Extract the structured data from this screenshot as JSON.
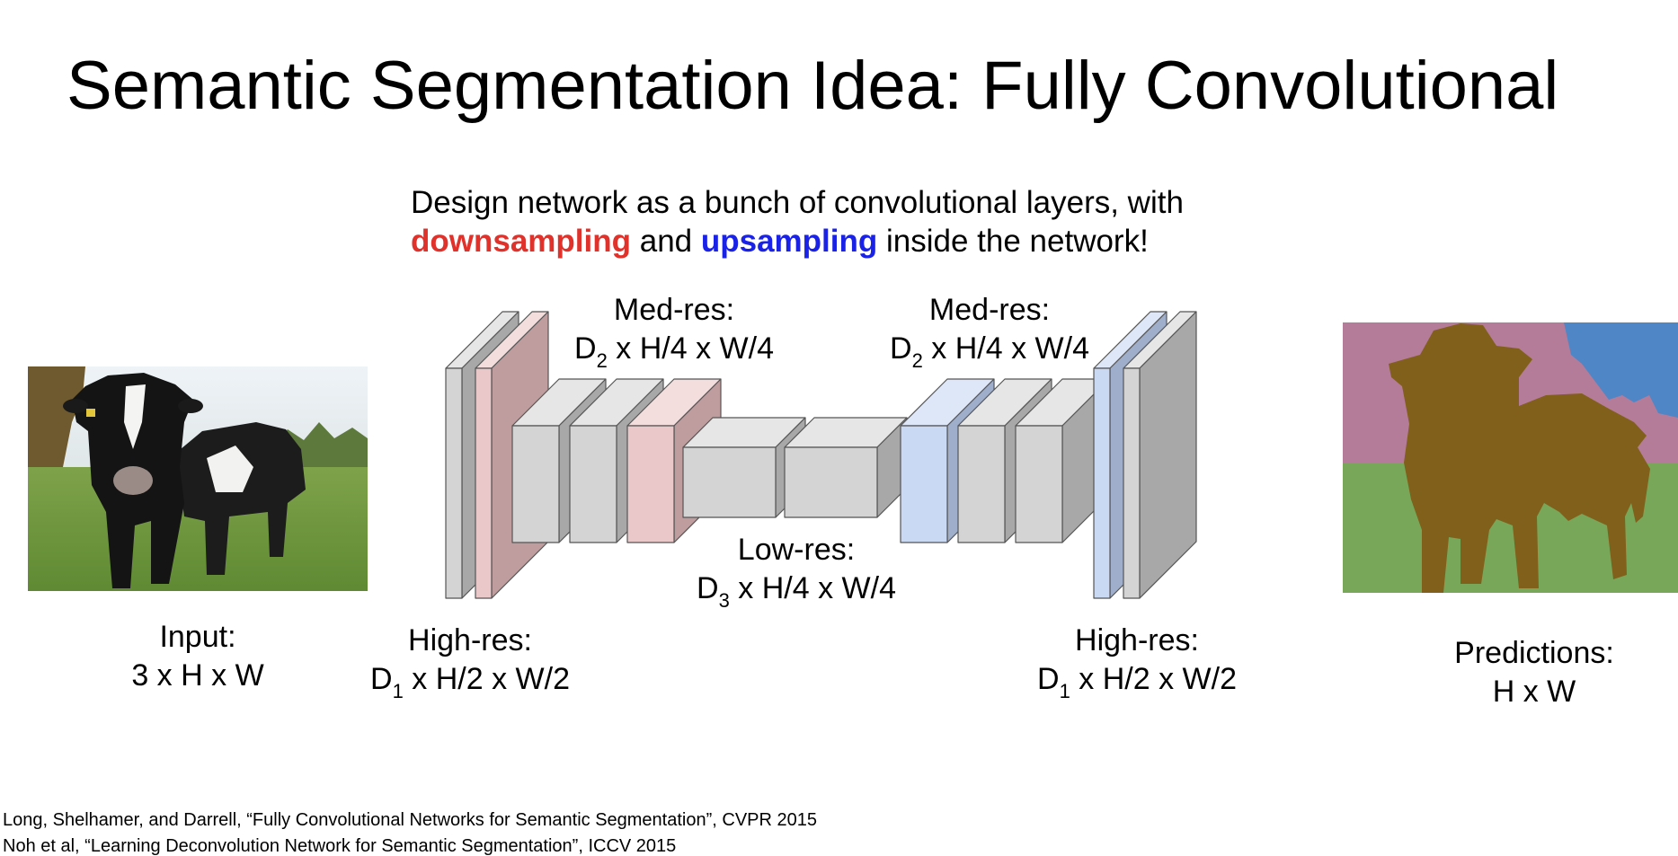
{
  "title": "Semantic Segmentation Idea: Fully Convolutional",
  "subtitle": {
    "line1": "Design network as a bunch of convolutional layers, with",
    "down_word": "downsampling",
    "and_word": " and ",
    "up_word": "upsampling",
    "line2_tail": " inside the network!"
  },
  "labels": {
    "input": {
      "line1": "Input:",
      "line2": "3 x H x W"
    },
    "high_res_left": {
      "line1": "High-res:",
      "sym": "D",
      "sub": "1",
      "rest": " x H/2 x W/2"
    },
    "med_res_left": {
      "line1": "Med-res:",
      "sym": "D",
      "sub": "2",
      "rest": " x H/4 x W/4"
    },
    "low_res": {
      "line1": "Low-res:",
      "sym": "D",
      "sub": "3",
      "rest": " x H/4 x W/4"
    },
    "med_res_right": {
      "line1": "Med-res:",
      "sym": "D",
      "sub": "2",
      "rest": " x H/4 x W/4"
    },
    "high_res_right": {
      "line1": "High-res:",
      "sym": "D",
      "sub": "1",
      "rest": " x H/2 x W/2"
    },
    "predictions": {
      "line1": "Predictions:",
      "line2": "H x W"
    }
  },
  "references": [
    "Long, Shelhamer, and Darrell, “Fully Convolutional Networks for Semantic Segmentation”, CVPR 2015",
    "Noh et al, “Learning Deconvolution Network for Semantic Segmentation”, ICCV 2015"
  ],
  "colors": {
    "gray_front": "#d4d4d4",
    "gray_top": "#e6e6e6",
    "gray_side": "#a8a8a8",
    "pink_front": "#eac8c9",
    "pink_top": "#f4dddd",
    "pink_side": "#bf9d9e",
    "blue_front": "#c9d8f3",
    "blue_top": "#dde7f8",
    "blue_side": "#9eaecb",
    "seg_sky_pink": "#b47c99",
    "seg_sky_blue": "#4f86c6",
    "seg_grass": "#78a75a",
    "seg_cow": "#80601a"
  }
}
